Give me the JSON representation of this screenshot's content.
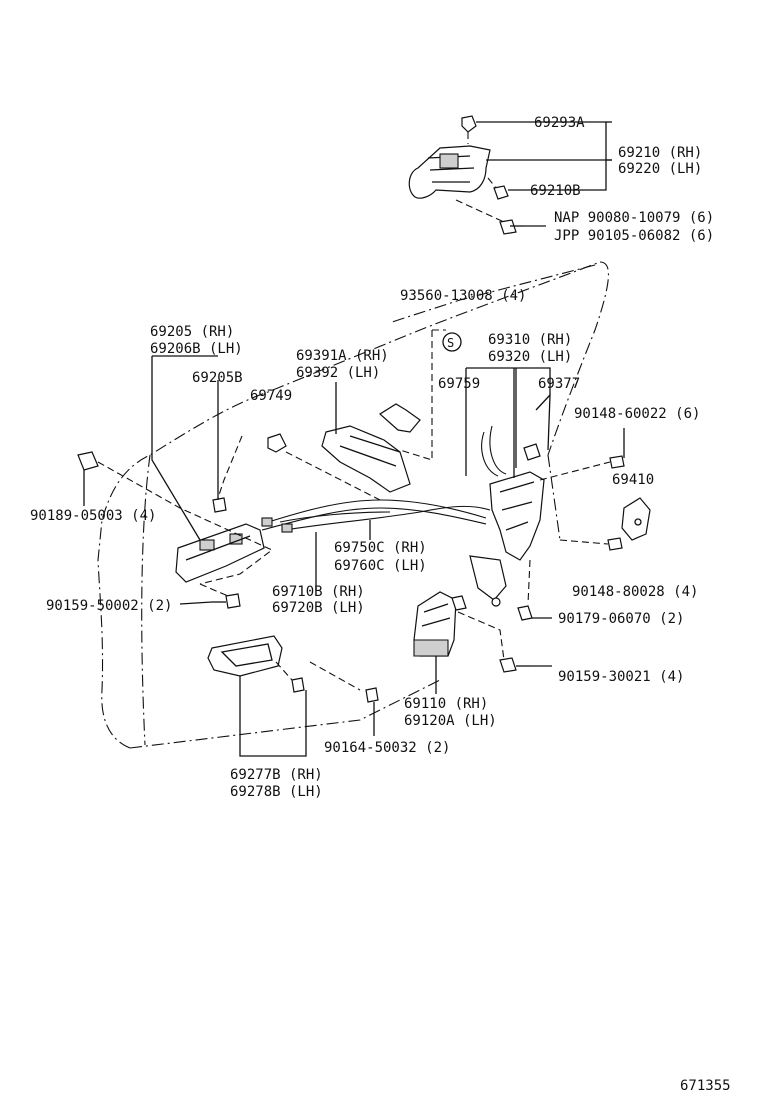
{
  "labels": {
    "p69293A": "69293A",
    "p69210": "69210 (RH)",
    "p69220": "69220 (LH)",
    "p69210B": "69210B",
    "nap": "NAP 90080-10079 (6)",
    "jpp": "JPP 90105-06082 (6)",
    "p93560": "93560-13008 (4)",
    "s_mark": "S",
    "p69205": "69205  (RH)",
    "p69206B": "69206B (LH)",
    "p69205B": "69205B",
    "p69391A": "69391A (RH)",
    "p69392": "69392   (LH)",
    "p69749": "69749",
    "p69310": "69310 (RH)",
    "p69320": "69320 (LH)",
    "p69759": "69759",
    "p69377": "69377",
    "p90148a": "90148-60022 (6)",
    "p69410": "69410",
    "p90189": "90189-05003 (4)",
    "p69750C": "69750C (RH)",
    "p69760C": "69760C (LH)",
    "p69710B": "69710B (RH)",
    "p69720B": "69720B (LH)",
    "p90148b": "90148-80028 (4)",
    "p90159a": "90159-50002 (2)",
    "p90179": "90179-06070 (2)",
    "p90159b": "90159-30021 (4)",
    "p69110": "69110   (RH)",
    "p69120A": "69120A (LH)",
    "p90164": "90164-50032 (2)",
    "p69277B": "69277B (RH)",
    "p69278B": "69278B (LH)",
    "diagram_id": "671355"
  },
  "icons": [
    "door-panel-outline",
    "outside-handle",
    "inside-handle",
    "lock-actuator",
    "door-lock-assembly",
    "remote-control-cables",
    "bezel",
    "bolt",
    "screw",
    "clip",
    "nut"
  ]
}
